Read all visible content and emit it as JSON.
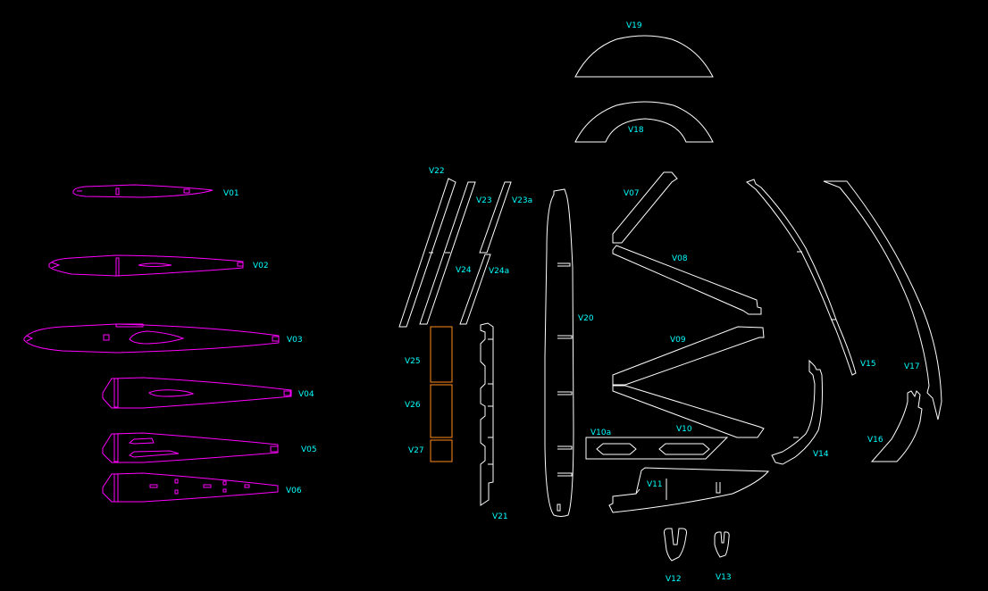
{
  "colors": {
    "background": "#000000",
    "label": "#00ffff",
    "wing_ribs": "#ff00ff",
    "parts": "#ffffff",
    "blocks": "#ff8c1a"
  },
  "labels": {
    "V01": "V01",
    "V02": "V02",
    "V03": "V03",
    "V04": "V04",
    "V05": "V05",
    "V06": "V06",
    "V07": "V07",
    "V08": "V08",
    "V09": "V09",
    "V10": "V10",
    "V10a": "V10a",
    "V11": "V11",
    "V12": "V12",
    "V13": "V13",
    "V14": "V14",
    "V15": "V15",
    "V16": "V16",
    "V17": "V17",
    "V18": "V18",
    "V19": "V19",
    "V20": "V20",
    "V21": "V21",
    "V22": "V22",
    "V23": "V23",
    "V23a": "V23a",
    "V24": "V24",
    "V24a": "V24a",
    "V25": "V25",
    "V26": "V26",
    "V27": "V27"
  }
}
